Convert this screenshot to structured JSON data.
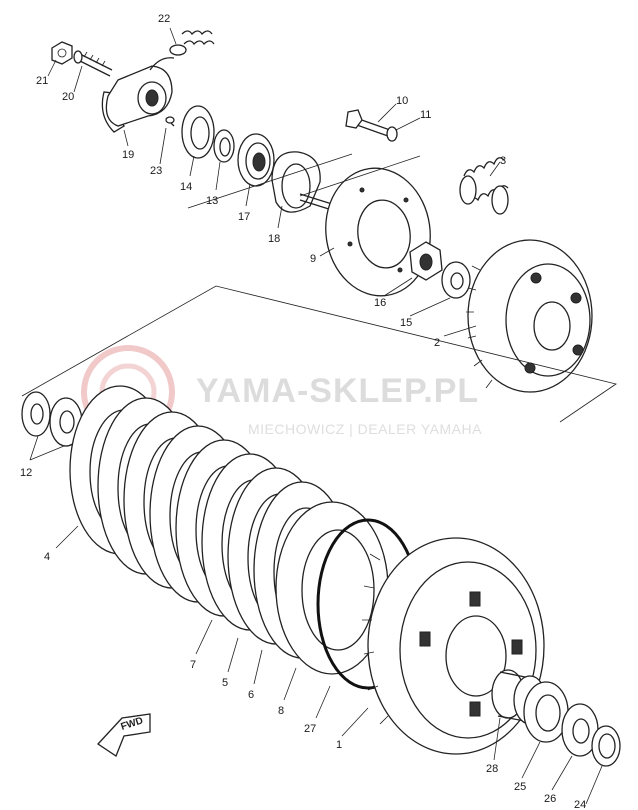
{
  "watermark": {
    "title": "YAMA-SKLEP.PL",
    "subtitle": "MIECHOWICZ | DEALER YAMAHA"
  },
  "direction_marker": "FWD",
  "part_labels": [
    {
      "id": "p22",
      "text": "22"
    },
    {
      "id": "p21",
      "text": "21"
    },
    {
      "id": "p20",
      "text": "20"
    },
    {
      "id": "p19",
      "text": "19"
    },
    {
      "id": "p23",
      "text": "23"
    },
    {
      "id": "p14",
      "text": "14"
    },
    {
      "id": "p13",
      "text": "13"
    },
    {
      "id": "p17",
      "text": "17"
    },
    {
      "id": "p18",
      "text": "18"
    },
    {
      "id": "p10",
      "text": "10"
    },
    {
      "id": "p11",
      "text": "11"
    },
    {
      "id": "p3",
      "text": "3"
    },
    {
      "id": "p9",
      "text": "9"
    },
    {
      "id": "p16",
      "text": "16"
    },
    {
      "id": "p15",
      "text": "15"
    },
    {
      "id": "p2",
      "text": "2"
    },
    {
      "id": "p12",
      "text": "12"
    },
    {
      "id": "p4",
      "text": "4"
    },
    {
      "id": "p7",
      "text": "7"
    },
    {
      "id": "p5",
      "text": "5"
    },
    {
      "id": "p6",
      "text": "6"
    },
    {
      "id": "p8",
      "text": "8"
    },
    {
      "id": "p27",
      "text": "27"
    },
    {
      "id": "p1",
      "text": "1"
    },
    {
      "id": "p28",
      "text": "28"
    },
    {
      "id": "p25",
      "text": "25"
    },
    {
      "id": "p26",
      "text": "26"
    },
    {
      "id": "p24",
      "text": "24"
    }
  ]
}
